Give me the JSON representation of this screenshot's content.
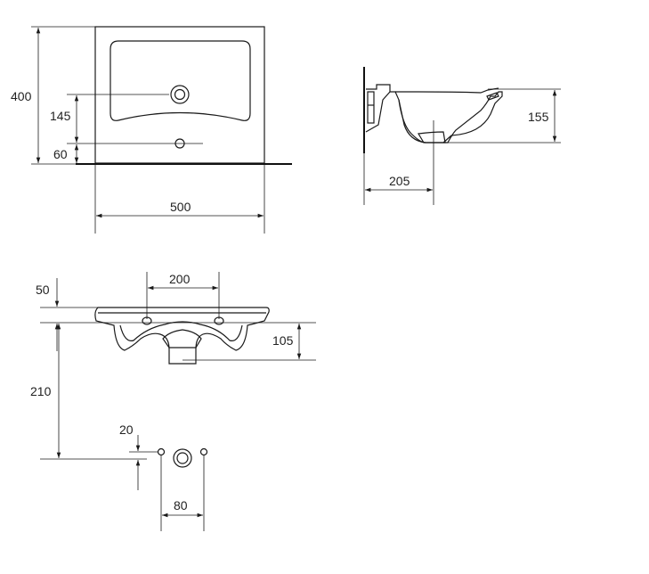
{
  "dimensions": {
    "width": "500",
    "height": "400",
    "tap_hole_offset": "145",
    "overflow_offset": "60",
    "depth": "205",
    "side_height": "155",
    "bracket_spacing": "200",
    "rim_thickness": "50",
    "bowl_drop": "105",
    "waste_height": "210",
    "waste_offset": "20",
    "fixing_spacing": "80"
  },
  "colors": {
    "line": "#1a1a1a",
    "background": "#ffffff"
  }
}
